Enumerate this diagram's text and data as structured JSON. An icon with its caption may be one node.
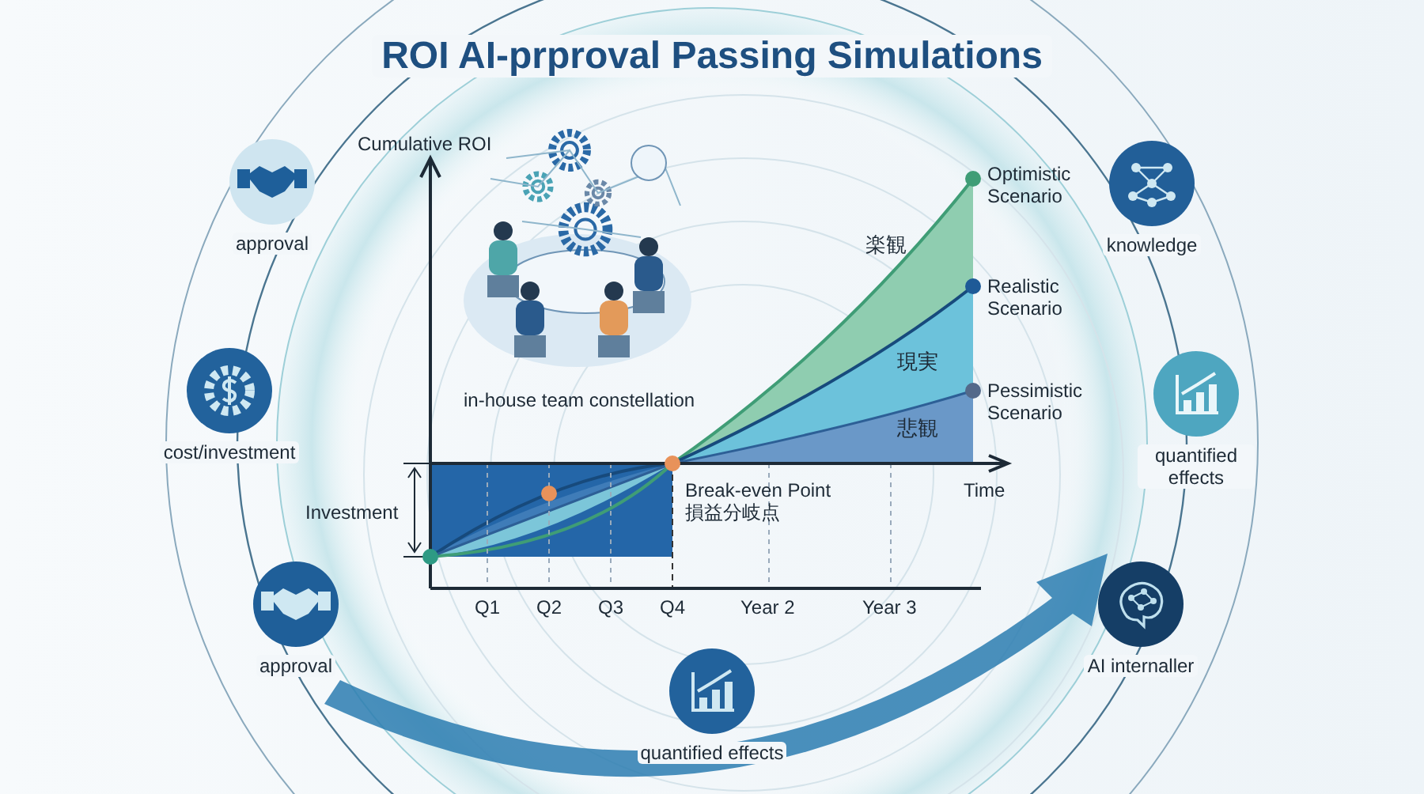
{
  "diagram": {
    "title": "ROI AI-prproval Passing Simulations",
    "nodes": [
      {
        "text": [
          "approval"
        ]
      },
      {
        "text": [
          "knowledge"
        ]
      },
      {
        "text": [
          "cost/investment"
        ]
      },
      {
        "text": [
          "quantified effects"
        ]
      },
      {
        "text": [
          "approval"
        ]
      },
      {
        "text": [
          "AI internaller"
        ]
      },
      {
        "text": [
          "quantified effects"
        ]
      }
    ],
    "labels": [
      "Cumulative ROI",
      "Optimistic Scenario",
      "楽観",
      "Realistic Scenario",
      "現実",
      "Pessimistic Scenario",
      "悲観",
      "in-house team constellation",
      "Time",
      "Investment",
      "Break-even Point",
      "損益分岐点",
      "Q1",
      "Q2",
      "Q3",
      "Q4",
      "Year 2",
      "Year 3"
    ]
  }
}
